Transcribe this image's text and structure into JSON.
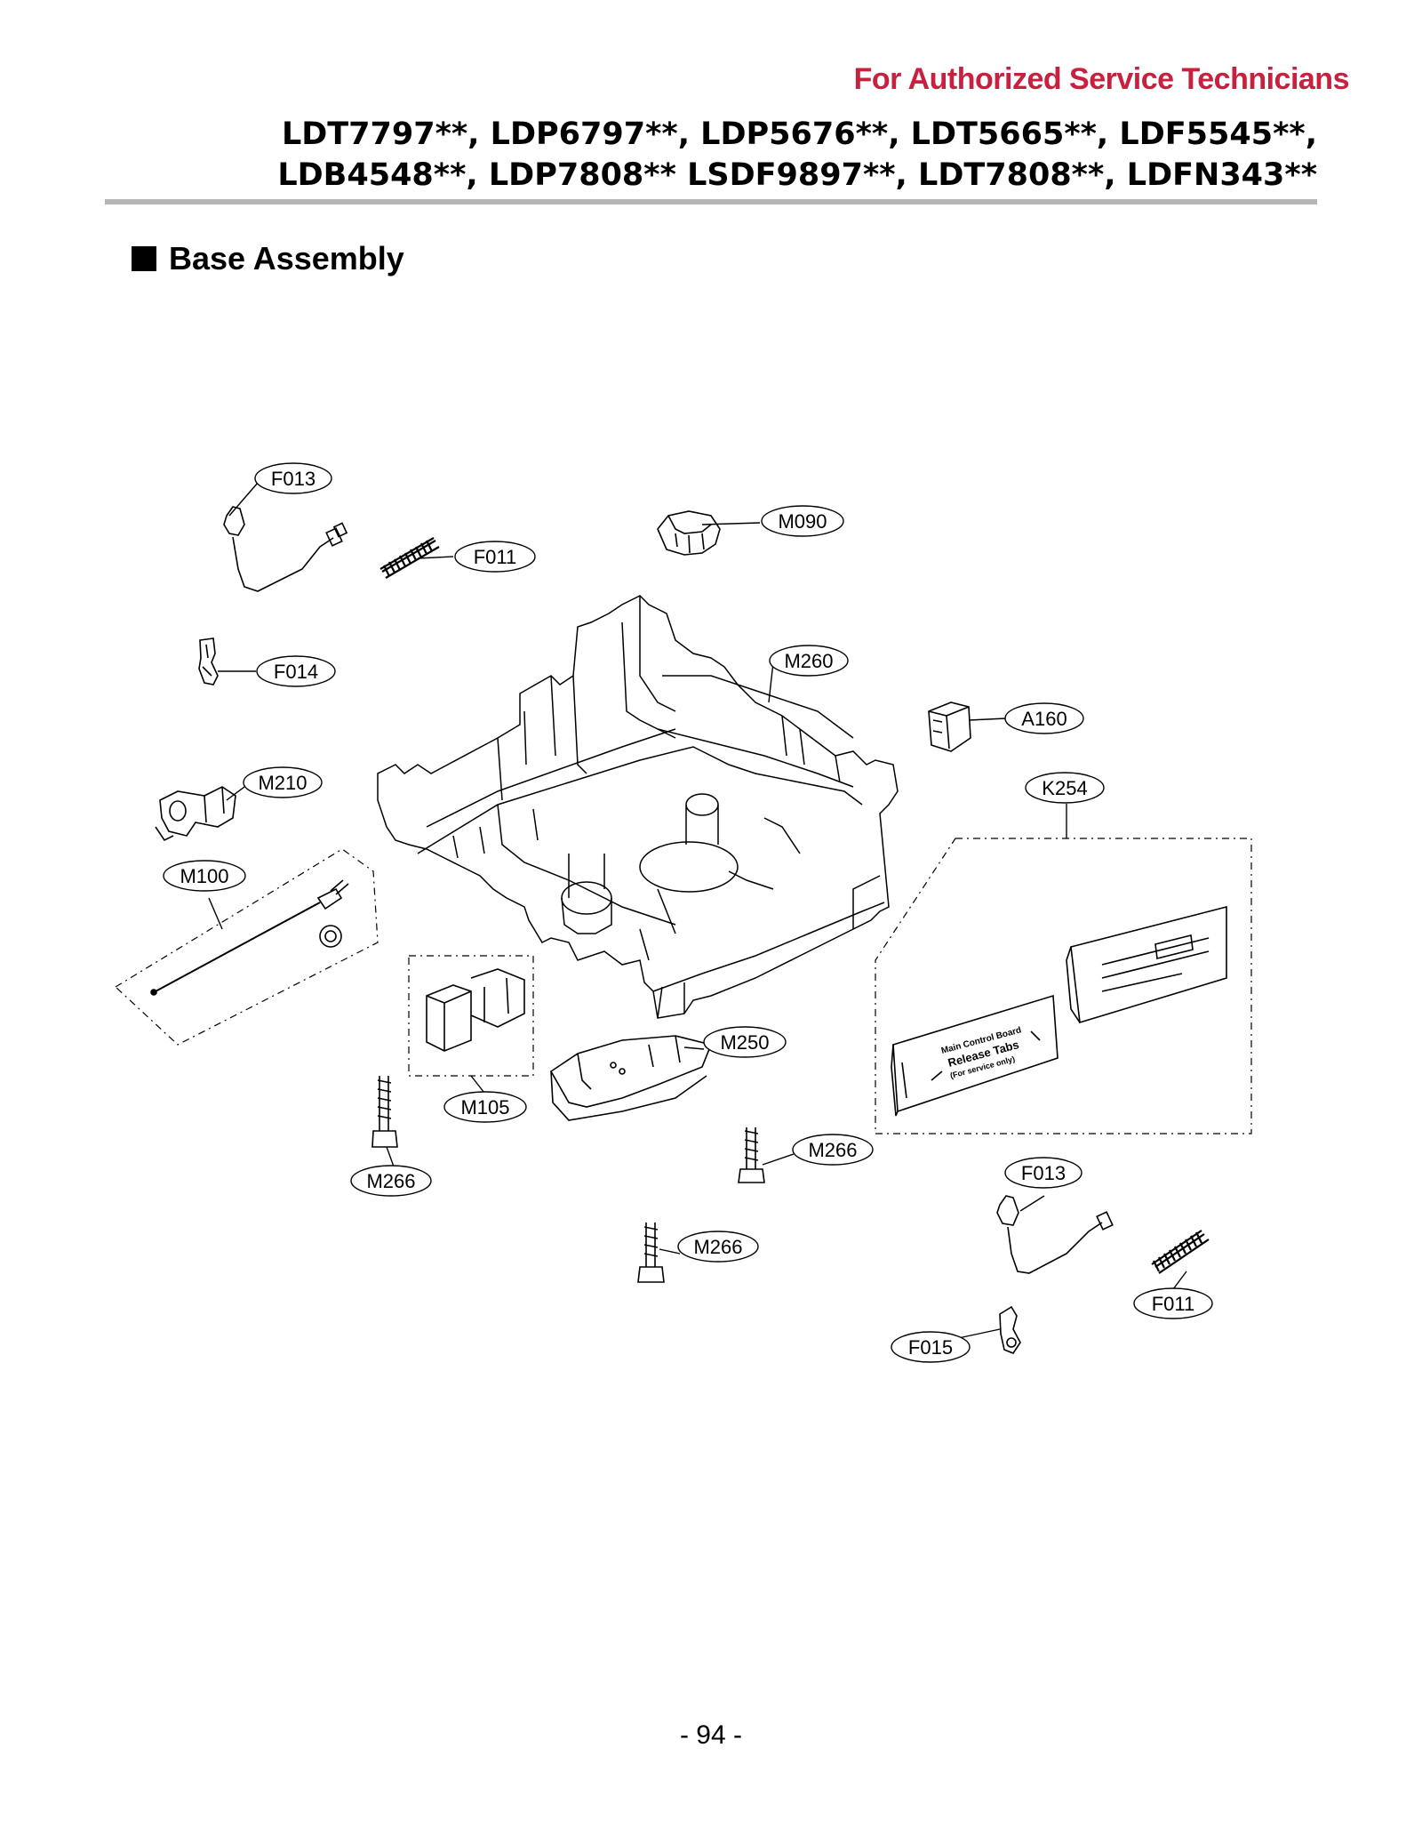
{
  "header": {
    "tag": "For Authorized Service Technicians",
    "model_line_1": "LDT7797**, LDP6797**, LDP5676**, LDT5665**, LDF5545**,",
    "model_line_2": "LDB4548**, LDP7808** LSDF9897**, LDT7808**, LDFN343**"
  },
  "section_title": "Base Assembly",
  "callouts": {
    "f013_a": "F013",
    "f011_a": "F011",
    "m090": "M090",
    "f014": "F014",
    "m260": "M260",
    "a160": "A160",
    "m210": "M210",
    "k254": "K254",
    "m100": "M100",
    "m250": "M250",
    "m105": "M105",
    "m266_a": "M266",
    "m266_b": "M266",
    "m266_c": "M266",
    "f013_b": "F013",
    "f011_b": "F011",
    "f015": "F015"
  },
  "board_labels": {
    "line1": "Main Control Board",
    "line2": "Release Tabs",
    "line3": "(For service only)"
  },
  "page_number": "- 94 -",
  "colors": {
    "accent": "#c8203f",
    "line": "#000000",
    "rule": "#b5b5b5"
  }
}
